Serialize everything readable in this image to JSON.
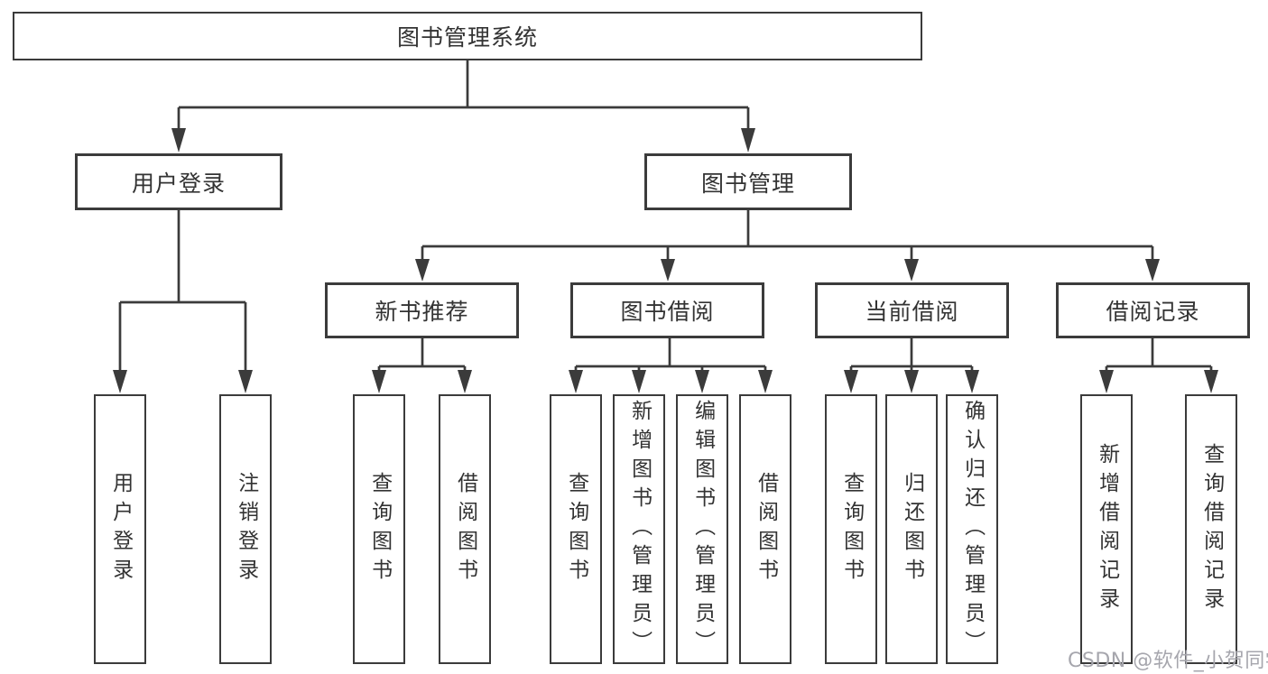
{
  "diagram_title": "图书管理系统",
  "tree": {
    "label": "图书管理系统",
    "children": [
      {
        "label": "用户登录",
        "children": [
          {
            "label": "用户登录"
          },
          {
            "label": "注销登录"
          }
        ]
      },
      {
        "label": "图书管理",
        "children": [
          {
            "label": "新书推荐",
            "children": [
              {
                "label": "查询图书"
              },
              {
                "label": "借阅图书"
              }
            ]
          },
          {
            "label": "图书借阅",
            "children": [
              {
                "label": "查询图书"
              },
              {
                "label": "新增图书（管理员）"
              },
              {
                "label": "编辑图书（管理员）"
              },
              {
                "label": "借阅图书"
              }
            ]
          },
          {
            "label": "当前借阅",
            "children": [
              {
                "label": "查询图书"
              },
              {
                "label": "归还图书"
              },
              {
                "label": "确认归还（管理员）"
              }
            ]
          },
          {
            "label": "借阅记录",
            "children": [
              {
                "label": "新增借阅记录"
              },
              {
                "label": "查询借阅记录"
              }
            ]
          }
        ]
      }
    ]
  },
  "watermark": "CSDN @软件_小贺同学",
  "colors": {
    "line_color": "#3b3b3b",
    "text_color": "#333333",
    "bg_color": "#ffffff",
    "watermark_color": "#a6a6ad"
  }
}
